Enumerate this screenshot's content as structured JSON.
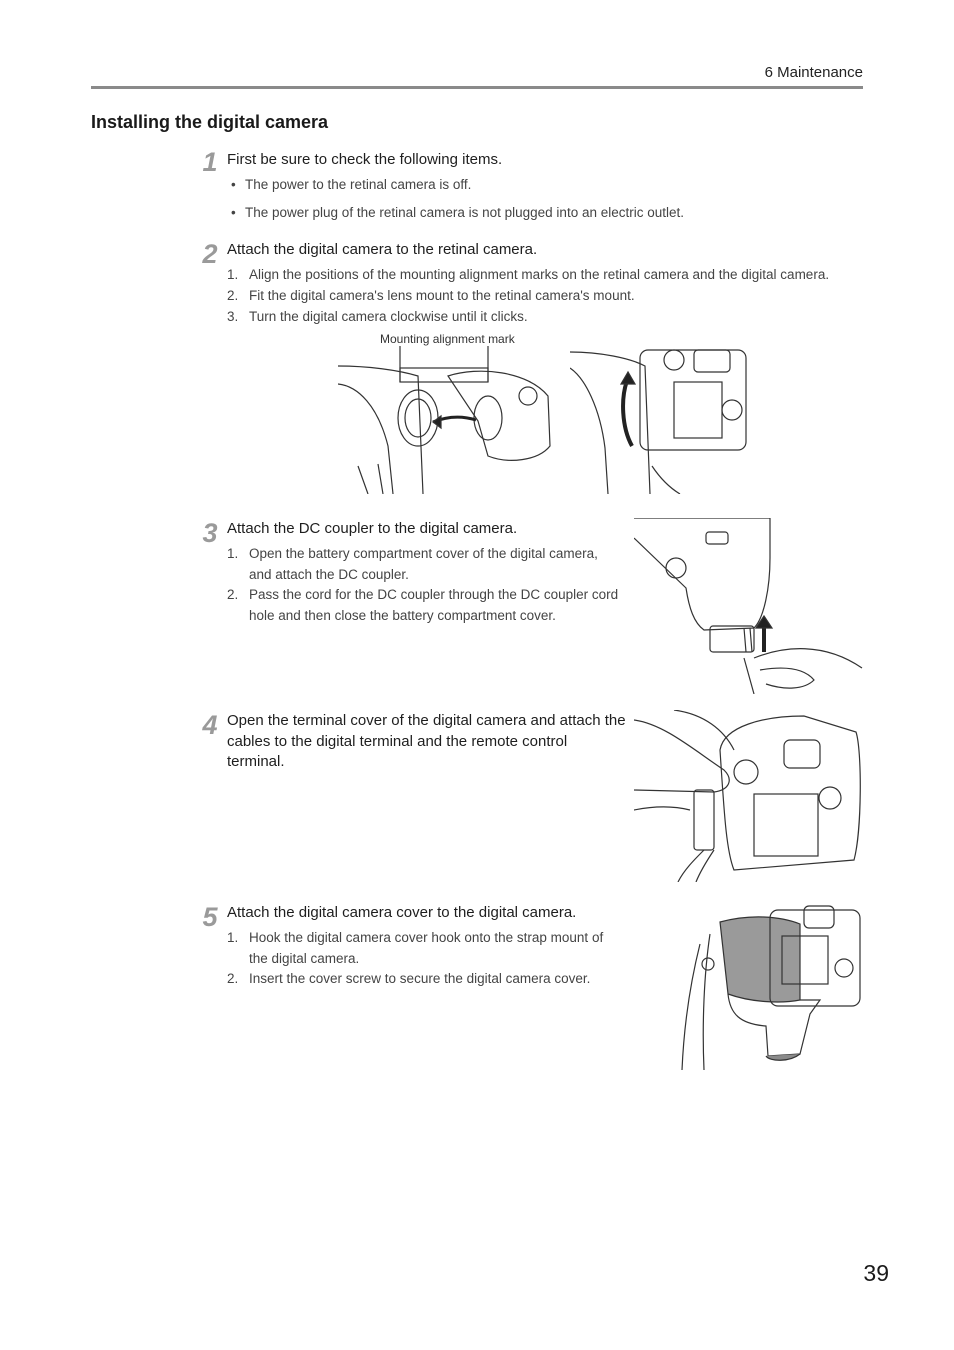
{
  "header": {
    "section": "6 Maintenance"
  },
  "title": "Installing the digital camera",
  "steps": [
    {
      "num": "1",
      "text": "First be sure to check the following items.",
      "bullets": [
        "The power to the retinal camera is off.",
        "The power plug of the retinal camera is not plugged into an electric outlet."
      ]
    },
    {
      "num": "2",
      "text": "Attach the digital camera to the retinal camera.",
      "items": [
        "Align the positions of the mounting alignment marks on the retinal camera and the digital camera.",
        "Fit the digital camera's lens mount to the retinal camera's mount.",
        "Turn the digital camera clockwise until it clicks."
      ],
      "callout": "Mounting alignment mark"
    },
    {
      "num": "3",
      "text": "Attach the DC coupler to the digital camera.",
      "items": [
        "Open the battery compartment cover of the digital camera, and attach the DC coupler.",
        "Pass the cord for the DC coupler through the DC coupler cord hole and then close the battery compartment cover."
      ]
    },
    {
      "num": "4",
      "text": "Open the terminal cover of the digital camera and attach the cables to the digital terminal and the remote control terminal."
    },
    {
      "num": "5",
      "text": "Attach the digital camera cover to the digital camera.",
      "items": [
        "Hook the digital camera cover hook onto the strap mount of the digital camera.",
        "Insert the cover screw to secure the digital camera cover."
      ]
    }
  ],
  "page_number": "39"
}
